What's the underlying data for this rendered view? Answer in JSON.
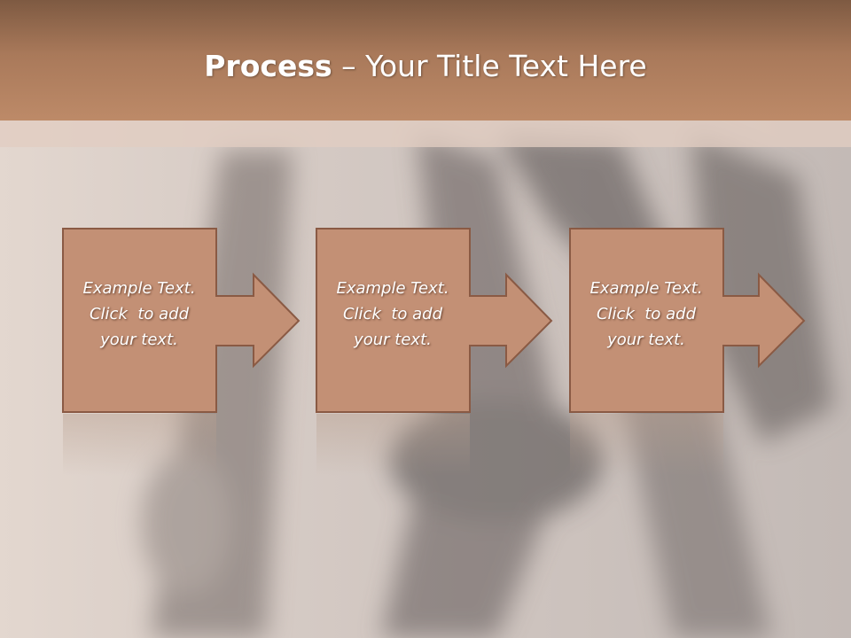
{
  "header": {
    "title_bold": "Process",
    "title_rest": " – Your Title Text Here"
  },
  "steps": [
    {
      "line1": "Example Text.",
      "line2": "Click  to add",
      "line3": "your text."
    },
    {
      "line1": "Example Text.",
      "line2": "Click  to add",
      "line3": "your text."
    },
    {
      "line1": "Example Text.",
      "line2": "Click  to add",
      "line3": "your text."
    }
  ],
  "colors": {
    "header": "#b4825f",
    "box_fill": "#c39075",
    "box_stroke": "#8a5a44",
    "text": "#ffffff"
  },
  "background": {
    "photo": "blurred bicycle detail",
    "icon": "bicycle-photo"
  }
}
